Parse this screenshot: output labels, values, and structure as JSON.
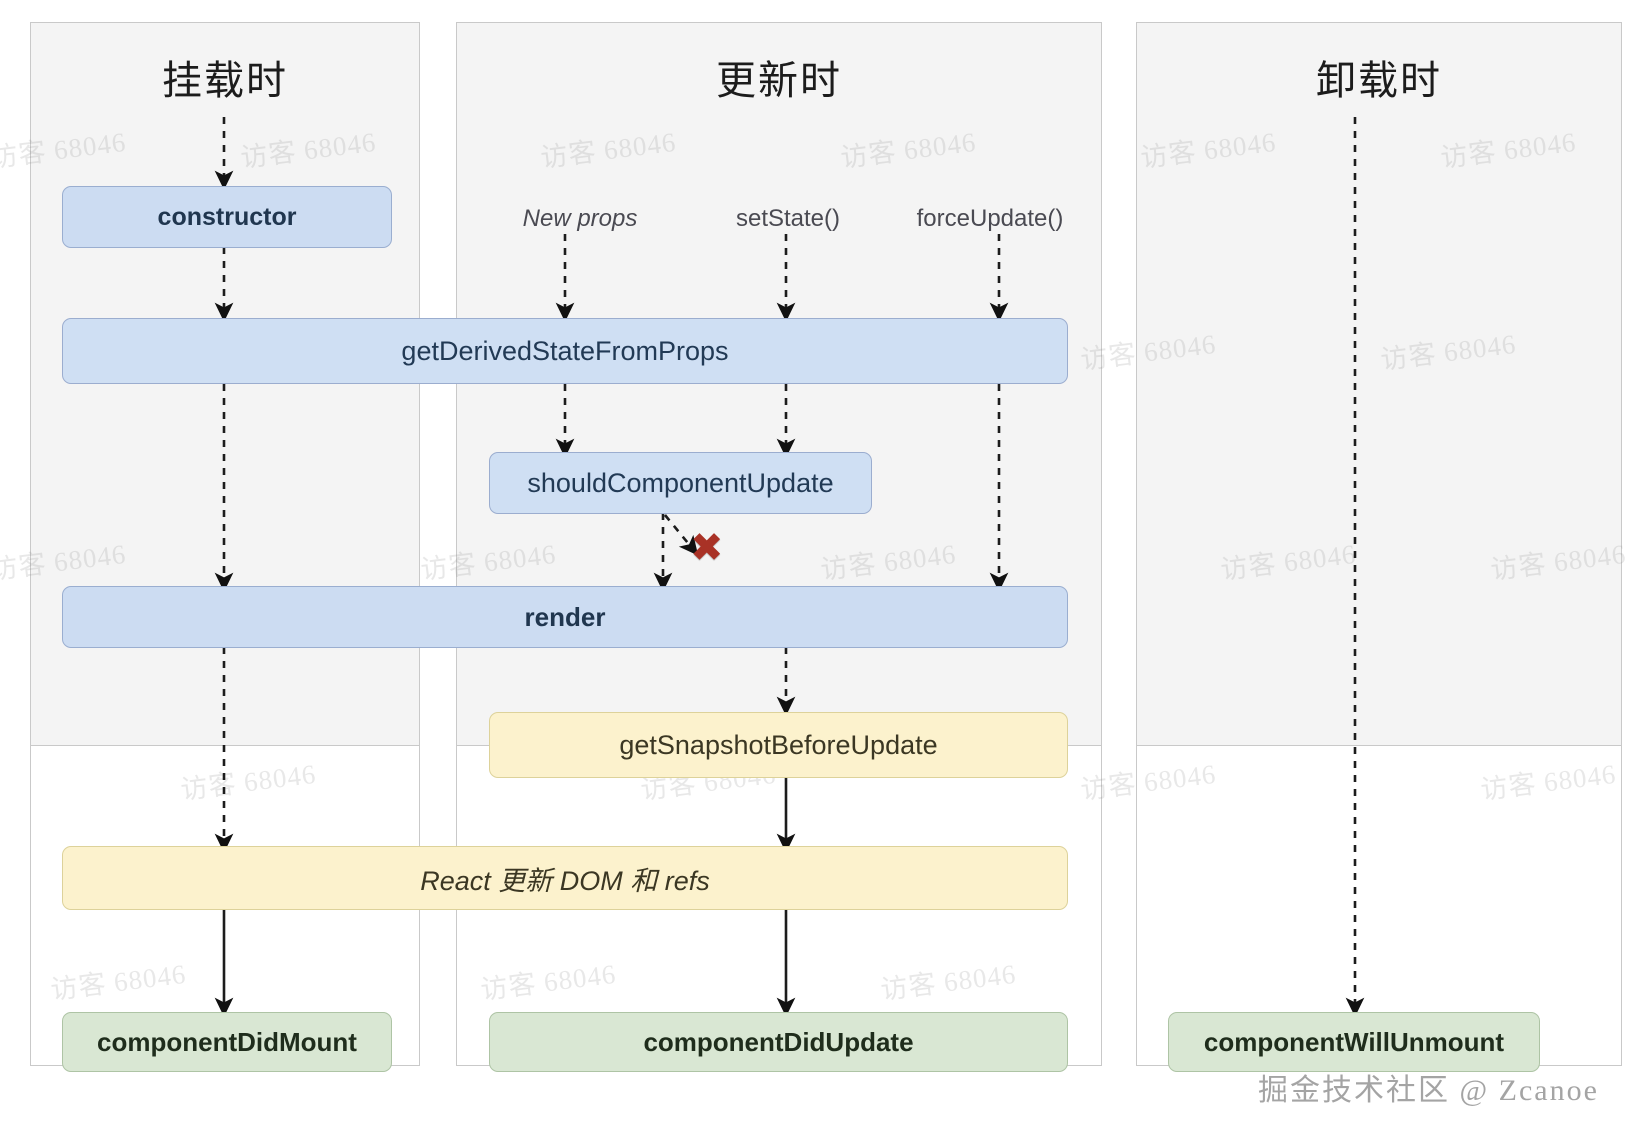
{
  "diagram": {
    "title_mount": "挂载时",
    "title_update": "更新时",
    "title_unmount": "卸载时",
    "triggers": {
      "new_props": "New props",
      "set_state": "setState()",
      "force_update": "forceUpdate()"
    },
    "boxes": {
      "constructor": "constructor",
      "get_derived_state_from_props": "getDerivedStateFromProps",
      "should_component_update": "shouldComponentUpdate",
      "render": "render",
      "get_snapshot_before_update": "getSnapshotBeforeUpdate",
      "react_updates_dom": "React 更新 DOM 和 refs",
      "component_did_mount": "componentDidMount",
      "component_did_update": "componentDidUpdate",
      "component_will_unmount": "componentWillUnmount"
    },
    "annotations": {
      "abort_mark": "✖"
    },
    "colors": {
      "blue_fill": "#ccdcf2",
      "blue_stroke": "#9aaed0",
      "yellow_fill": "#fcf2cd",
      "yellow_stroke": "#ddd29a",
      "green_fill": "#d9e7d3",
      "green_stroke": "#aec4a5",
      "panel_fill": "#f4f4f4",
      "panel_stroke": "#c9c9c9",
      "abort_red": "#a93226"
    },
    "watermarks": {
      "tile": "访客 68046",
      "credit": "掘金技术社区 @ Zcanoe"
    }
  }
}
